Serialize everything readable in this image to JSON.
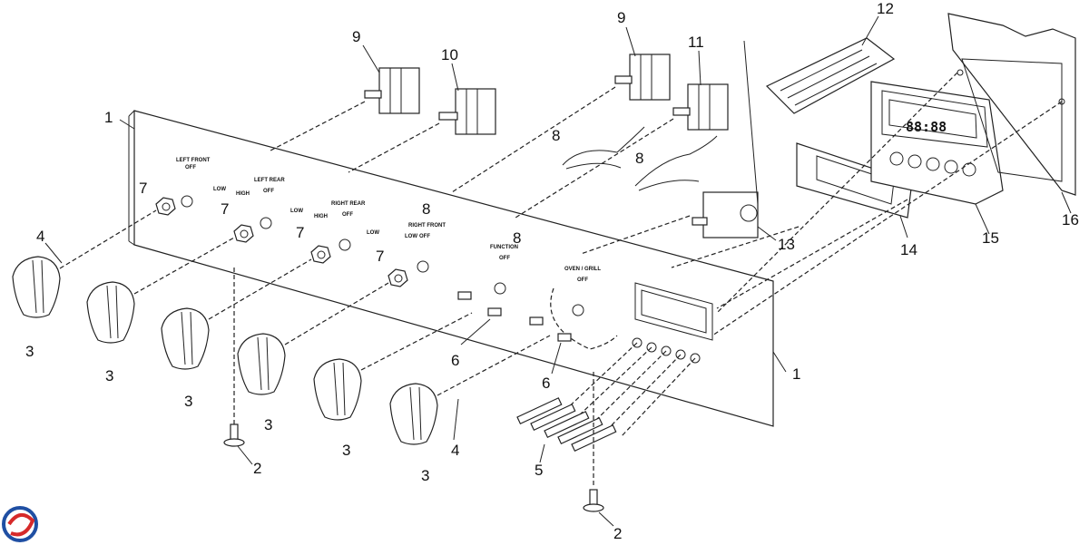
{
  "panel_labels": {
    "left_front": "LEFT FRONT",
    "left_rear": "LEFT REAR",
    "right_rear": "RIGHT REAR",
    "right_front": "RIGHT FRONT",
    "function": "FUNCTION",
    "oven_grill": "OVEN / GRILL",
    "off": "OFF",
    "low": "LOW",
    "high": "HIGH"
  },
  "display_text": "88:88",
  "callouts": {
    "c1": "1",
    "c2": "2",
    "c3": "3",
    "c4": "4",
    "c5": "5",
    "c6": "6",
    "c7": "7",
    "c8": "8",
    "c9": "9",
    "c10": "10",
    "c11": "11",
    "c12": "12",
    "c13": "13",
    "c14": "14",
    "c15": "15",
    "c16": "16"
  },
  "colors": {
    "logo_blue": "#1f4fa3",
    "logo_red": "#d62a2a"
  }
}
